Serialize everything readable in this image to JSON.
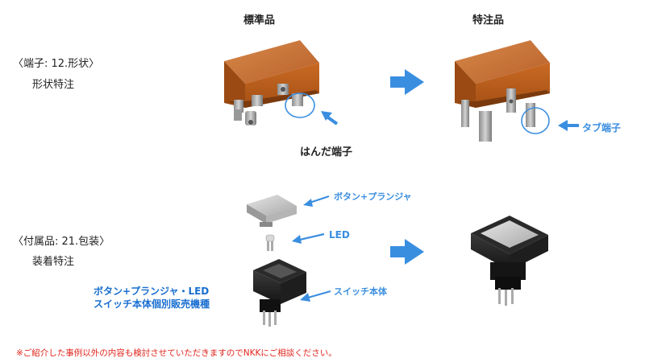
{
  "headers": {
    "standard": "標準品",
    "custom": "特注品"
  },
  "section1": {
    "category": "〈端子: 12.形状〉",
    "subtitle": "形状特注",
    "solder_label": "はんだ端子",
    "tab_label": "タブ端子"
  },
  "section2": {
    "category": "〈付属品: 21.包装〉",
    "subtitle": "装着特注",
    "button_plunger_label": "ボタン+プランジャ",
    "led_label": "LED",
    "switch_body_label": "スイッチ本体",
    "assembled_line1": "ボタン+プランジャ・LED",
    "assembled_line2": "スイッチ本体個別販売機種"
  },
  "footer": {
    "note": "※ご紹介した事例以外の内容も検討させていただきますのでNKKにご相談ください。"
  },
  "colors": {
    "accent": "#3a8ee0",
    "accent_dark": "#1a6fd0",
    "note": "#e0241c",
    "relay_body": "#c0601c"
  }
}
